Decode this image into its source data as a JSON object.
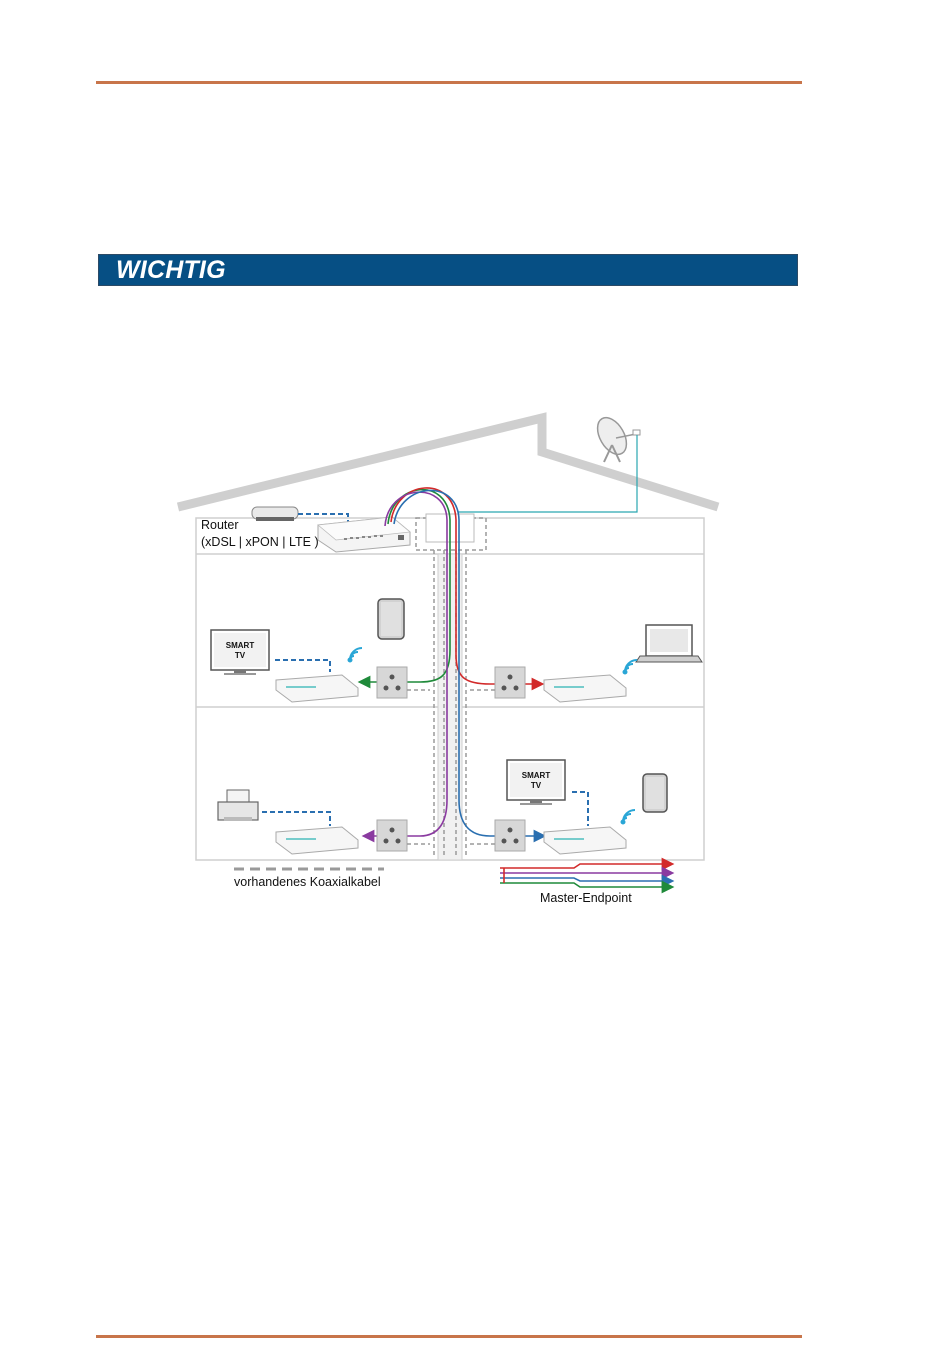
{
  "colors": {
    "rule": "#c8754a",
    "banner": "#064f84",
    "network_blue": "#2a6fb0",
    "coax_gray": "#9a9a9a",
    "green": "#1f8a3a",
    "red": "#d22a2a",
    "purple": "#8a3aa0",
    "teal": "#2aa6b0",
    "wifi": "#2aa6d6"
  },
  "banner": {
    "title": "WICHTIG"
  },
  "diagram": {
    "router_label_line1": "Router",
    "router_label_line2": "(xDSL | xPON | LTE )",
    "smart_tv_line1": "SMART",
    "smart_tv_line2": "TV",
    "legend_coax": "vorhandenes Koaxialkabel",
    "legend_master": "Master-Endpoint"
  },
  "icons": [
    "satellite-dish-icon",
    "router-icon",
    "switch-icon",
    "splitter-icon",
    "tablet-icon",
    "smart-tv-icon",
    "laptop-icon",
    "printer-icon",
    "wifi-icon",
    "coax-endpoint-icon",
    "wall-outlet-icon"
  ]
}
